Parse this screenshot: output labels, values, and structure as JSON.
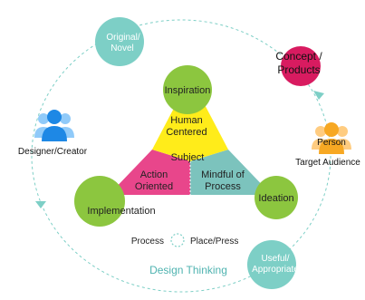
{
  "nodes": {
    "inspiration": "Inspiration",
    "ideation": "Ideation",
    "implementation": "Implementation",
    "original_line1": "Original/",
    "original_line2": "Novel",
    "useful_line1": "Useful/",
    "useful_line2": "Appropriate",
    "concept_line1": "Concept /",
    "concept_line2": "Products"
  },
  "triangle": {
    "top_line1": "Human",
    "top_line2": "Centered",
    "center": "Subject",
    "left_line1": "Action",
    "left_line2": "Oriented",
    "right_line1": "Mindful of",
    "right_line2": "Process"
  },
  "actors": {
    "designer": "Designer/Creator",
    "person_line1": "Person",
    "person_line2": "Target Audience"
  },
  "legend": {
    "process": "Process",
    "place": "Place/Press"
  },
  "title": "Design Thinking",
  "colors": {
    "green": "#8cc63f",
    "teal": "#7dcfc6",
    "magenta": "#d81b60",
    "yellow": "#ffec1a",
    "pink": "#e8468b",
    "triangle_teal": "#7cc3bd",
    "blue": "#1e88e5",
    "orange": "#f7a823",
    "dashed": "#7dcfc6",
    "title": "#4fb3b0"
  }
}
